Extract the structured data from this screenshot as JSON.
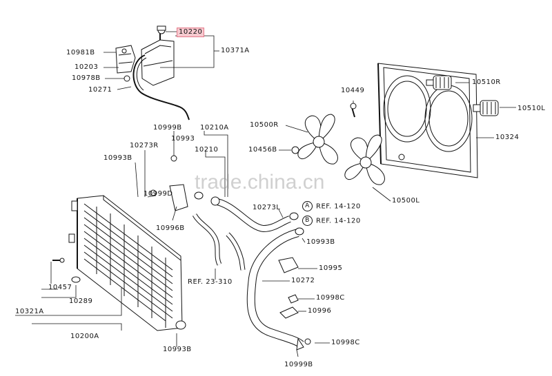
{
  "watermark": "trade.china.cn",
  "parts": {
    "p10220": "10220",
    "p10371A": "10371A",
    "p10981B": "10981B",
    "p10203": "10203",
    "p10978B": "10978B",
    "p10271": "10271",
    "p10449": "10449",
    "p10510R": "10510R",
    "p10510L": "10510L",
    "p10500R": "10500R",
    "p10324": "10324",
    "p10456B": "10456B",
    "p10500L": "10500L",
    "p10999B_top": "10999B",
    "p10210A": "10210A",
    "p10993_top": "10993",
    "p10273R": "10273R",
    "p10210": "10210",
    "p10993B_left": "10993B",
    "p10999D": "10999D",
    "p10996B": "10996B",
    "p10273L": "10273L",
    "ref_a": "REF. 14-120",
    "ref_b": "REF. 14-120",
    "circle_a": "A",
    "circle_b": "B",
    "p10993B_right": "10993B",
    "p10995": "10995",
    "p10272": "10272",
    "ref_23": "REF. 23-310",
    "p10998C_1": "10998C",
    "p10996": "10996",
    "p10998C_2": "10998C",
    "p10999B_bottom": "10999B",
    "p10457": "10457",
    "p10289": "10289",
    "p10321A": "10321A",
    "p10200A": "10200A",
    "p10993B_bottom": "10993B"
  }
}
